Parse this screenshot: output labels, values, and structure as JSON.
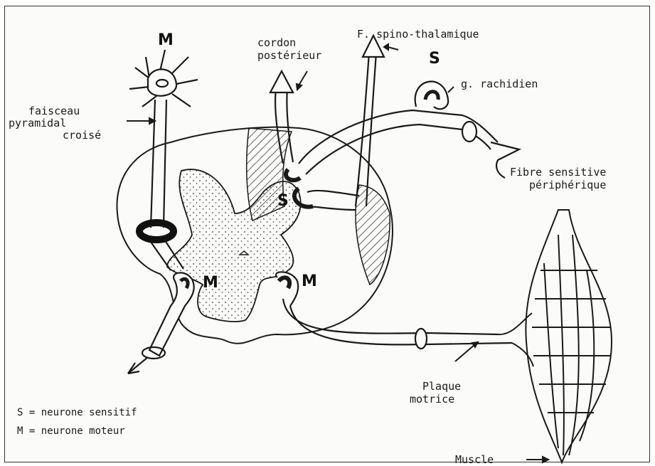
{
  "labels": {
    "faisceau_line1": "faisceau",
    "faisceau_line2": "pyramidal",
    "faisceau_line3": "croisé",
    "cordon_line1": "cordon",
    "cordon_line2": "postérieur",
    "spino": "F. spino-thalamique",
    "rachidien": "g. rachidien",
    "fibre_line1": "Fibre sensitive",
    "fibre_line2": "périphérique",
    "plaque_line1": "Plaque",
    "plaque_line2": "motrice",
    "muscle": "Muscle"
  },
  "neuron_marks": {
    "m_top": "M",
    "m_left": "M",
    "m_right": "M",
    "s_center": "S",
    "s_ganglion": "S"
  },
  "legend": {
    "s_line": "S = neurone sensitif",
    "m_line": "M = neurone moteur"
  },
  "colors": {
    "ink": "#1a1a1a",
    "paper": "#fbfbf9"
  }
}
